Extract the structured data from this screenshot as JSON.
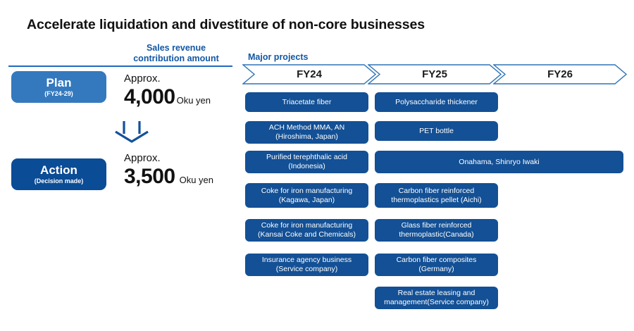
{
  "slide": {
    "title": "Accelerate liquidation and divestiture of non-core businesses"
  },
  "headers": {
    "sales_line1": "Sales revenue",
    "sales_line2": "contribution amount",
    "major_projects": "Major projects"
  },
  "fiscal_years": [
    {
      "label": "FY24"
    },
    {
      "label": "FY25"
    },
    {
      "label": "FY26"
    }
  ],
  "stages": [
    {
      "name": "Plan",
      "sub": "(FY24-29)",
      "color": "#3479bd",
      "approx": "Approx.",
      "value": "4,000",
      "unit": "Oku yen"
    },
    {
      "name": "Action",
      "sub": "(Decision made)",
      "color": "#0b4c96",
      "approx": "Approx.",
      "value": "3,500",
      "unit": "Oku yen"
    }
  ],
  "arrow": {
    "name": "down-arrow",
    "color": "#13519a"
  },
  "projects": {
    "bar_color": "#135095",
    "fy24": [
      {
        "text": "Triacetate fiber"
      },
      {
        "text": "ACH Method MMA, AN\n(Hiroshima, Japan)"
      },
      {
        "text": "Purified terephthalic acid\n(Indonesia)"
      },
      {
        "text": "Coke for iron manufacturing\n(Kagawa, Japan)"
      },
      {
        "text": "Coke for iron manufacturing\n(Kansai Coke and Chemicals)"
      },
      {
        "text": "Insurance agency business\n(Service company)"
      }
    ],
    "fy25": [
      {
        "text": "Polysaccharide thickener"
      },
      {
        "text": "PET bottle"
      },
      {
        "text": "Carbon fiber reinforced\nthermoplastics pellet (Aichi)"
      },
      {
        "text": "Glass fiber reinforced\nthermoplastic(Canada)"
      },
      {
        "text": "Carbon fiber composites\n(Germany)"
      },
      {
        "text": "Real estate leasing and\nmanagement(Service company)"
      }
    ],
    "spanning": [
      {
        "text": "Onahama, Shinryo Iwaki"
      }
    ]
  }
}
